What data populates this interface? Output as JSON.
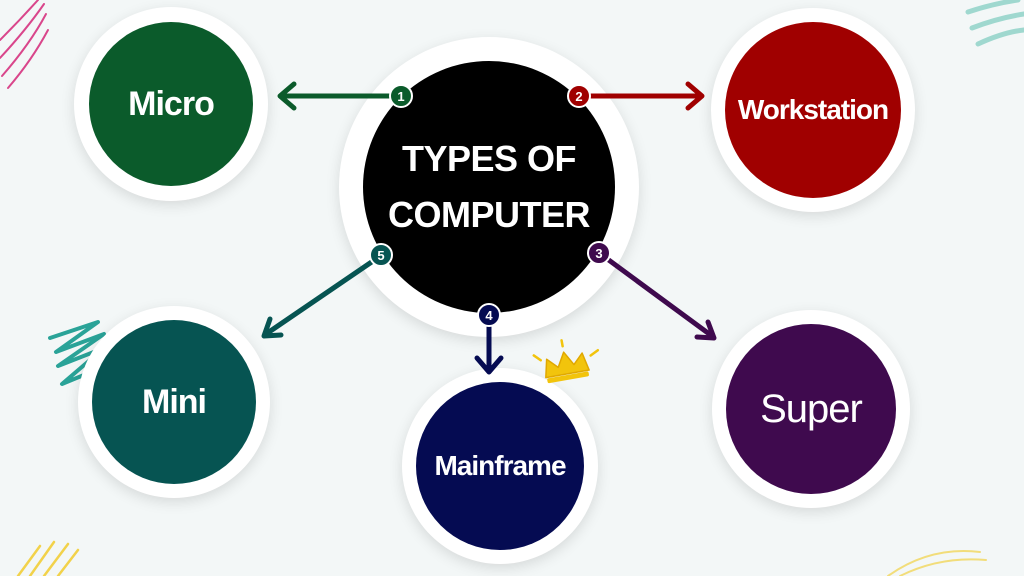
{
  "center": {
    "title_line1": "TYPES OF",
    "title_line2": "COMPUTER",
    "color": "#000000"
  },
  "nodes": [
    {
      "number": "1",
      "label": "Micro",
      "color": "#0b5b2b"
    },
    {
      "number": "2",
      "label": "Workstation",
      "color": "#a00000"
    },
    {
      "number": "3",
      "label": "Super",
      "color": "#3f0a4e"
    },
    {
      "number": "4",
      "label": "Mainframe",
      "color": "#050b52"
    },
    {
      "number": "5",
      "label": "Mini",
      "color": "#065452"
    }
  ],
  "decorations": {
    "crown_icon": "crown-icon",
    "crown_color": "#f2c40c"
  }
}
